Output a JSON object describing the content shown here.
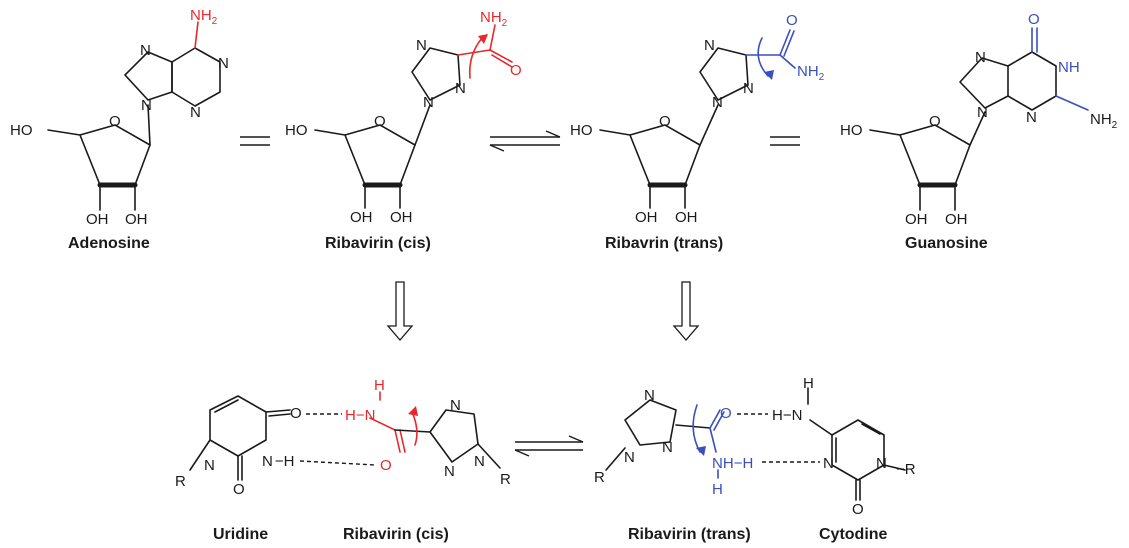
{
  "captions": {
    "adenosine": "Adenosine",
    "ribavirin_cis": "Ribavirin (cis)",
    "ribavrin_trans": "Ribavrin (trans)",
    "guanosine": "Guanosine",
    "uridine": "Uridine",
    "ribavirin_cis_bottom": "Ribavirin (cis)",
    "ribavirin_trans_bottom": "Ribavirin (trans)",
    "cytodine": "Cytodine"
  },
  "atoms": {
    "nh2": "NH",
    "sub2": "2",
    "n": "N",
    "o": "O",
    "ho": "HO",
    "oh": "OH",
    "nh": "NH",
    "h": "H",
    "r": "R"
  },
  "colors": {
    "cis_highlight": "#e8282b",
    "trans_highlight": "#3a4ec0",
    "ink": "#1a1a1a"
  }
}
